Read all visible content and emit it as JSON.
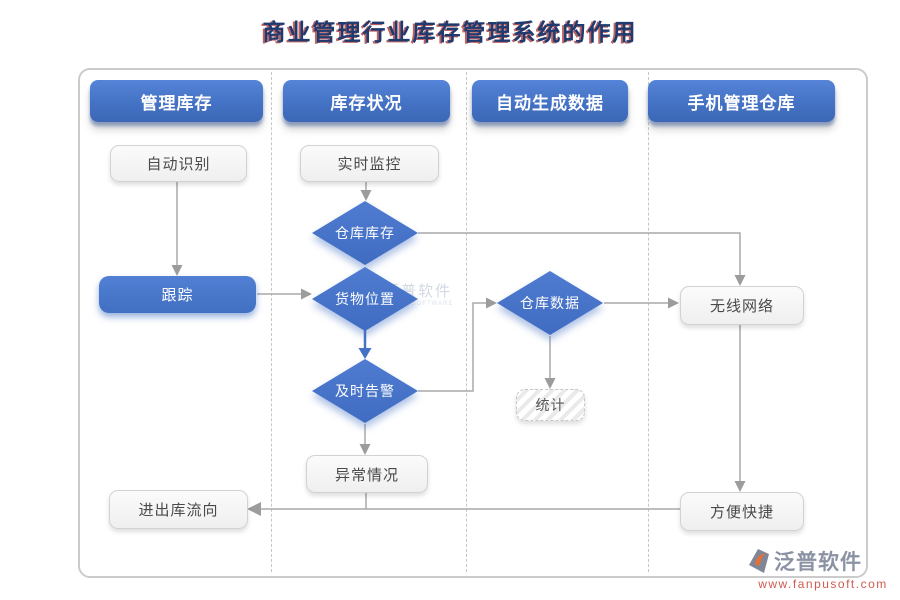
{
  "title": "商业管理行业库存管理系统的作用",
  "columns": [
    {
      "header": "管理库存"
    },
    {
      "header": "库存状况"
    },
    {
      "header": "自动生成数据"
    },
    {
      "header": "手机管理仓库"
    }
  ],
  "nodes": {
    "auto_identify": {
      "label": "自动识别",
      "type": "process",
      "column": "管理库存"
    },
    "tracking": {
      "label": "跟踪",
      "type": "highlight",
      "column": "管理库存"
    },
    "in_out_flow": {
      "label": "进出库流向",
      "type": "process",
      "column": "管理库存"
    },
    "realtime_monitor": {
      "label": "实时监控",
      "type": "process",
      "column": "库存状况"
    },
    "warehouse_stock": {
      "label": "仓库库存",
      "type": "decision",
      "column": "库存状况"
    },
    "goods_location": {
      "label": "货物位置",
      "type": "decision",
      "column": "库存状况"
    },
    "timely_alert": {
      "label": "及时告警",
      "type": "decision",
      "column": "库存状况"
    },
    "abnormal_situation": {
      "label": "异常情况",
      "type": "process",
      "column": "库存状况"
    },
    "warehouse_data": {
      "label": "仓库数据",
      "type": "decision",
      "column": "自动生成数据"
    },
    "statistics": {
      "label": "统计",
      "type": "hatched",
      "column": "自动生成数据"
    },
    "wireless_network": {
      "label": "无线网络",
      "type": "process",
      "column": "手机管理仓库"
    },
    "convenient": {
      "label": "方便快捷",
      "type": "process",
      "column": "手机管理仓库"
    }
  },
  "edges": [
    {
      "from": "auto_identify",
      "to": "tracking"
    },
    {
      "from": "realtime_monitor",
      "to": "warehouse_stock"
    },
    {
      "from": "tracking",
      "to": "goods_location"
    },
    {
      "from": "warehouse_stock",
      "to": "wireless_network"
    },
    {
      "from": "goods_location",
      "to": "timely_alert"
    },
    {
      "from": "timely_alert",
      "to": "abnormal_situation"
    },
    {
      "from": "timely_alert",
      "to": "warehouse_data"
    },
    {
      "from": "warehouse_data",
      "to": "statistics"
    },
    {
      "from": "warehouse_data",
      "to": "wireless_network"
    },
    {
      "from": "wireless_network",
      "to": "convenient"
    },
    {
      "from": "convenient",
      "to": "in_out_flow"
    },
    {
      "from": "abnormal_situation",
      "to": "in_out_flow"
    }
  ],
  "watermark_center": {
    "text": "泛普软件",
    "subtext": "FANPU SOFTWARE"
  },
  "watermark_corner": {
    "brand": "泛普软件",
    "url": "www.fanpusoft.com"
  },
  "colors": {
    "accent_blue": "#4472c4",
    "line_gray": "#a9a9a9",
    "title_navy": "#1e3a6e",
    "title_shadow_red": "#b24848",
    "watermark_red": "#cf5a50",
    "box_border": "#d2d2d2"
  }
}
